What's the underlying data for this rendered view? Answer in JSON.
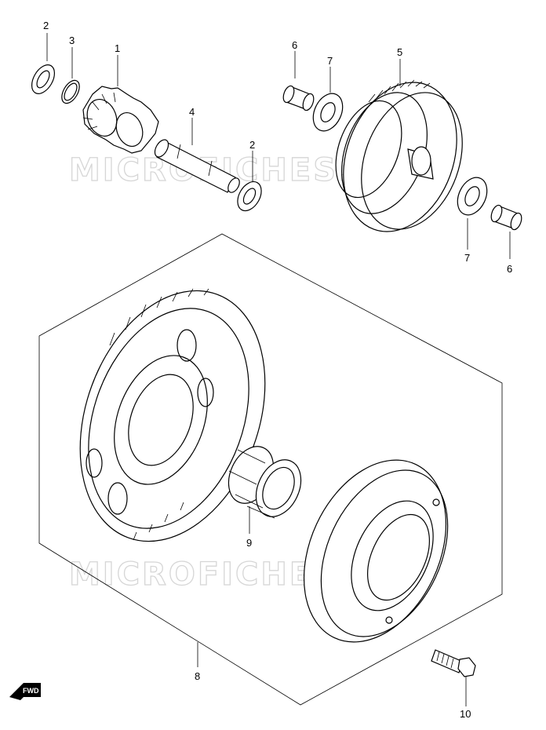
{
  "watermark": "MICROFICHES.NET",
  "fwd_label": "FWD",
  "callouts": {
    "c1": "1",
    "c2a": "2",
    "c2b": "2",
    "c3": "3",
    "c4": "4",
    "c5": "5",
    "c6a": "6",
    "c6b": "6",
    "c7a": "7",
    "c7b": "7",
    "c8": "8",
    "c9": "9",
    "c10": "10"
  }
}
